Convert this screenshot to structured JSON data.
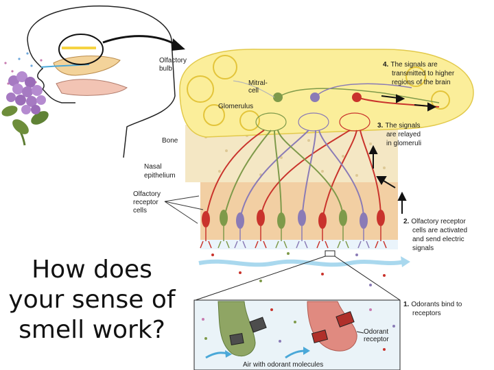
{
  "slide": {
    "question": "How does your sense of smell work?"
  },
  "labels": {
    "olfactory_bulb": [
      "Olfactory",
      "bulb"
    ],
    "mitral_cell": [
      "Mitral-",
      "cell"
    ],
    "glomerulus": "Glomerulus",
    "bone": "Bone",
    "nasal_epithelium": [
      "Nasal",
      "epithelium"
    ],
    "olfactory_receptor_cells": [
      "Olfactory",
      "receptor",
      "cells"
    ],
    "odorant_receptor": [
      "Odorant",
      "receptor"
    ],
    "air_odorant": "Air with odorant molecules"
  },
  "steps": [
    {
      "number": "4.",
      "lines": [
        "The signals are",
        "transmitted to higher",
        "regions of the brain"
      ]
    },
    {
      "number": "3.",
      "lines": [
        "The signals",
        "are relayed",
        "in glomeruli"
      ]
    },
    {
      "number": "2.",
      "lines": [
        "Olfactory receptor",
        "cells are activated",
        "and send electric",
        "signals"
      ]
    },
    {
      "number": "1.",
      "lines": [
        "Odorants bind to",
        "receptors"
      ]
    }
  ],
  "colors": {
    "bulb": "#fbee9a",
    "bone": "#f4e7c4",
    "epithelium": "#f2cfa3",
    "neuron_red": "#c9332c",
    "neuron_green": "#7e9a4a",
    "neuron_purple": "#8a7bb6",
    "air": "#a9d8ee"
  }
}
